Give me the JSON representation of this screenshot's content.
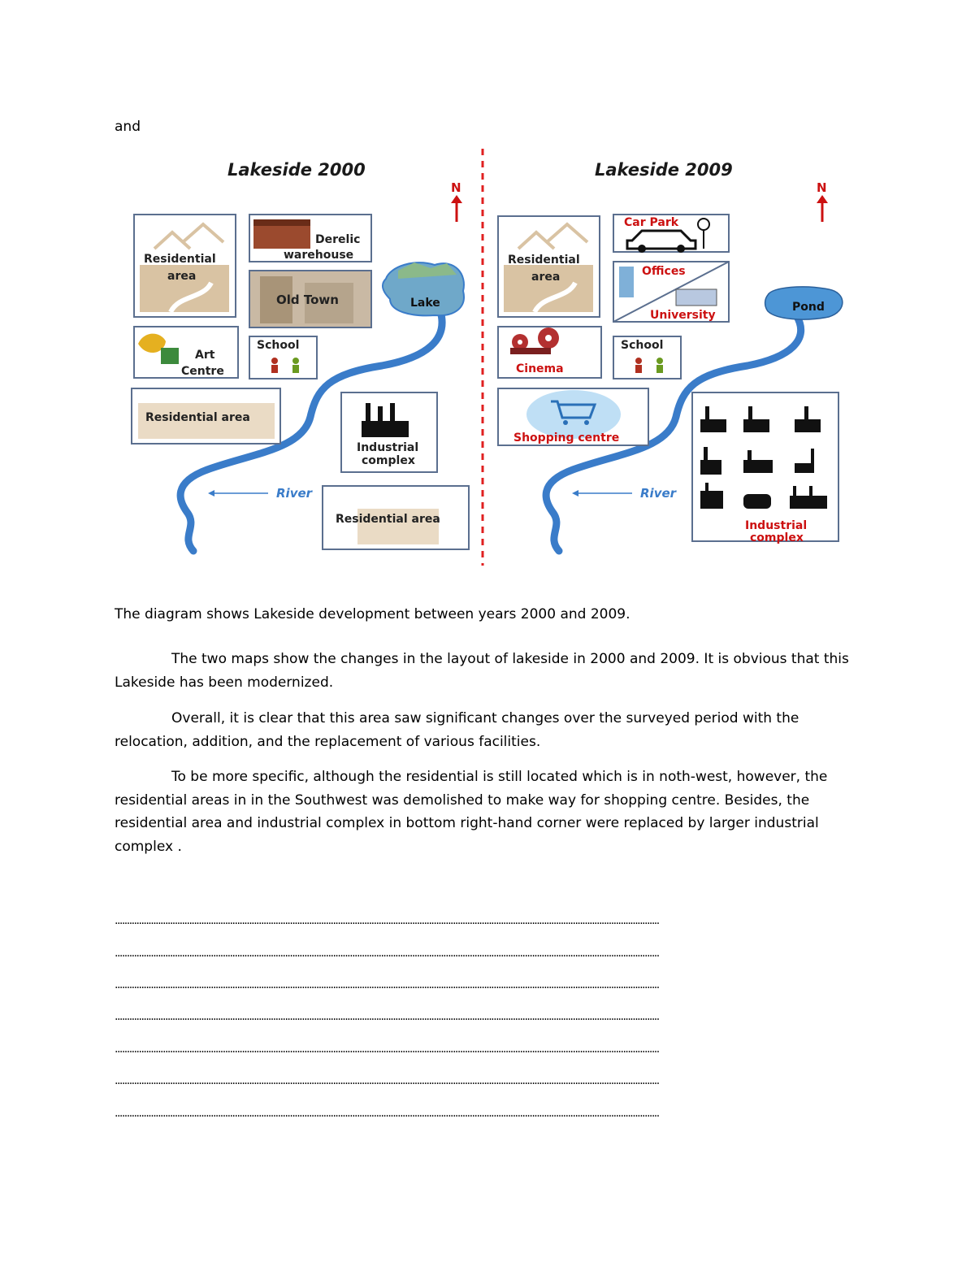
{
  "intro_word": "and",
  "map_2000": {
    "title": "Lakeside 2000",
    "north": "N",
    "residential_nw_line1": "Residential",
    "residential_nw_line2": "area",
    "derelict_line1": "Derelic",
    "derelict_line2": "warehouse",
    "old_town": "Old Town",
    "lake": "Lake",
    "art_line1": "Art",
    "art_line2": "Centre",
    "school": "School",
    "residential_sw": "Residential area",
    "industrial_line1": "Industrial",
    "industrial_line2": "complex",
    "river": "River",
    "residential_se": "Residential area"
  },
  "map_2009": {
    "title": "Lakeside 2009",
    "north": "N",
    "residential_line1": "Residential",
    "residential_line2": "area",
    "car_park": "Car Park",
    "offices": "Offices",
    "university": "University",
    "pond": "Pond",
    "cinema": "Cinema",
    "school": "School",
    "shopping": "Shopping centre",
    "river": "River",
    "industrial_line1": "Industrial",
    "industrial_line2": "complex"
  },
  "colors": {
    "river": "#3a7cc9",
    "box_border": "#5b6f8f",
    "divider": "#e02020",
    "label_red": "#cc1111"
  },
  "paragraphs": {
    "p1": "The diagram shows Lakeside development between years 2000 and 2009.",
    "p2": "The two maps show the changes in the layout of lakeside in 2000 and 2009. It is obvious that this Lakeside has been modernized.",
    "p3": "Overall, it is clear that this area saw significant changes over the surveyed period with the relocation, addition, and the replacement of various facilities.",
    "p4": "To be more specific,  although the residential is still located which is in noth-west, however, the residential areas in in the Southwest was demolished to make way for shopping centre. Besides, the residential area and industrial complex in bottom right-hand corner were replaced by  larger industrial complex ."
  },
  "answer_lines": [
    "...................................................................................................................................................................................................................................",
    "...................................................................................................................................................................................................................................",
    "...................................................................................................................................................................................................................................",
    "...................................................................................................................................................................................................................................",
    "...................................................................................................................................................................................................................................",
    "...................................................................................................................................................................................................................................",
    "..................................................................................................................................................................................................................................."
  ]
}
